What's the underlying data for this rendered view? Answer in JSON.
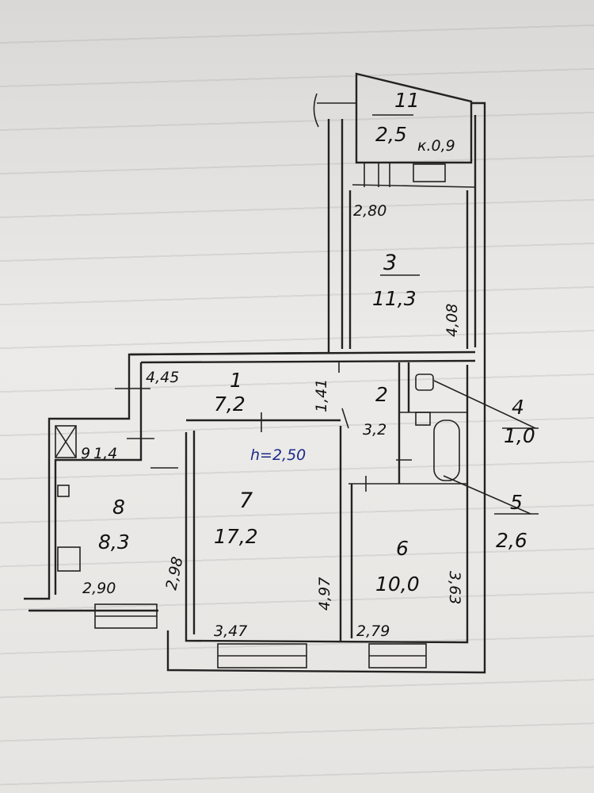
{
  "plan": {
    "height_note": "h=2,50",
    "rooms": [
      {
        "no": "11",
        "area": "2,5",
        "extra": "к.0,9"
      },
      {
        "no": "3",
        "area": "11,3",
        "dim_w": "2,80",
        "dim_h": "4,08"
      },
      {
        "no": "1",
        "area": "7,2",
        "dim_w": "4,45",
        "dim_h": "1,41"
      },
      {
        "no": "2",
        "area": "3,2"
      },
      {
        "no": "4",
        "area": "1,0"
      },
      {
        "no": "5",
        "area": "2,6"
      },
      {
        "no": "9",
        "area": "1,4"
      },
      {
        "no": "8",
        "area": "8,3",
        "dim_w": "2,90",
        "dim_h": "2,98"
      },
      {
        "no": "7",
        "area": "17,2",
        "dim_w": "3,47",
        "dim_h": "4,97"
      },
      {
        "no": "6",
        "area": "10,0",
        "dim_w": "2,79",
        "dim_h": "3,63"
      }
    ]
  }
}
